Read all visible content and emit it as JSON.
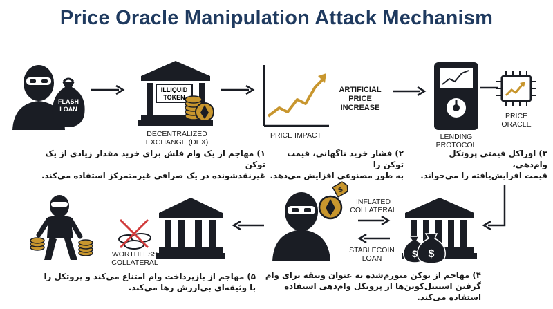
{
  "title": "Price Oracle Manipulation Attack Mechanism",
  "labels": {
    "flash_loan_1": "FLASH",
    "flash_loan_2": "LOAN",
    "illiquid_1": "ILLIQUID",
    "illiquid_2": "TOKEN",
    "dex_1": "DECENTRALIZED",
    "dex_2": "EXCHANGE (DEX)",
    "price_impact": "PRICE IMPACT",
    "artificial_1": "ARTIFICIAL",
    "artificial_2": "PRICE",
    "artificial_3": "INCREASE",
    "lending_1": "LENDING",
    "lending_2": "PROTOCOL",
    "oracle_1": "PRICE",
    "oracle_2": "ORACLE",
    "inflated_1": "INFLATED",
    "inflated_2": "COLLATERAL",
    "stablecoin_1": "STABLECOIN",
    "stablecoin_2": "LOAN",
    "worthless_1": "WORTHLESS",
    "worthless_2": "COLLATERAL"
  },
  "steps": {
    "s1_l1": "۱) مهاجم از یک وام فلش برای خرید مقدار زیادی از یک توکن",
    "s1_l2": "غیرنقدشونده در یک صرافی غیرمتمرکز استفاده می‌کند.",
    "s2_l1": "۲) فشار خرید ناگهانی، قیمت توکن را",
    "s2_l2": "به طور مصنوعی افزایش می‌دهد.",
    "s3_l1": "۳) اوراکل قیمتی پروتکل وام‌دهی،",
    "s3_l2": "قیمت افزایش‌یافته را می‌خواند.",
    "s4_l1": "۴) مهاجم از توکن متورم‌شده به عنوان وثیقه برای وام",
    "s4_l2": "گرفتن استیبل‌کوین‌ها از پروتکل وام‌دهی استفاده",
    "s4_l3": "استفاده می‌کند.",
    "s5_l1": "۵) مهاجم از بازپرداخت وام امتناع می‌کند و پروتکل را",
    "s5_l2": "با وثیقه‌ای بی‌ارزش رها می‌کند."
  },
  "colors": {
    "title": "#1f3a5f",
    "dark": "#1a1d24",
    "gold": "#c8962e",
    "red_x": "#d13b3b"
  }
}
